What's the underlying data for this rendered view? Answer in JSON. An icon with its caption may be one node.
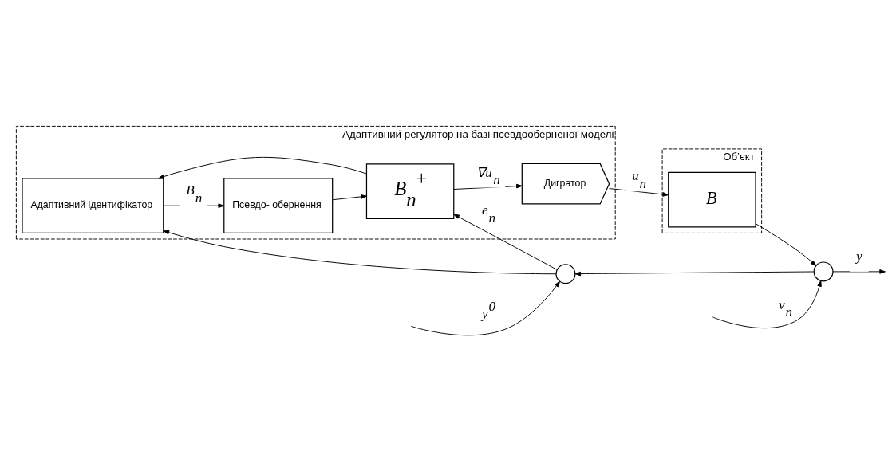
{
  "diagram": {
    "nodes": [
      {
        "text": [
          "Адаптивний регулятор на базі псевдооберненої моделі"
        ]
      },
      {
        "text": [
          "Адаптивний ідентифікатор"
        ],
        "in": 0
      },
      {
        "text": [
          "Псевдо- обернення"
        ],
        "in": 0
      },
      {
        "text": [
          "B$_{n}$$^{+}$"
        ],
        "in": 0
      },
      {
        "text": [
          "Дигратор"
        ],
        "in": 0
      },
      {
        "text": [
          "Об’єкт"
        ]
      },
      {
        "text": [
          "B"
        ],
        "in": 5
      },
      {
        "text": [],
        "shape": "circle"
      },
      {
        "text": [],
        "shape": "circle"
      }
    ],
    "edges": [
      {
        "from": null,
        "to": 7,
        "arrow": "to",
        "label": "y$^{0}$"
      },
      {
        "from": 7,
        "to": 3,
        "arrow": "to",
        "label": "e$_{n}$"
      },
      {
        "from": 7,
        "to": 1,
        "arrow": "to"
      },
      {
        "from": 1,
        "to": 2,
        "arrow": "to",
        "label": "B$_{n}$"
      },
      {
        "from": 2,
        "to": 3,
        "arrow": "to"
      },
      {
        "from": 3,
        "to": 4,
        "arrow": "to",
        "label": "∇u$_{n}$"
      },
      {
        "from": 3,
        "to": 1,
        "arrow": "to"
      },
      {
        "from": 4,
        "to": 6,
        "arrow": "to",
        "label": "u$_{n}$"
      },
      {
        "from": 6,
        "to": 8,
        "arrow": "to"
      },
      {
        "from": null,
        "to": 8,
        "arrow": "to",
        "label": "v$_{n}$"
      },
      {
        "from": 8,
        "to": null,
        "arrow": "to",
        "label": "y"
      },
      {
        "from": 8,
        "to": 7,
        "arrow": "to"
      }
    ]
  }
}
